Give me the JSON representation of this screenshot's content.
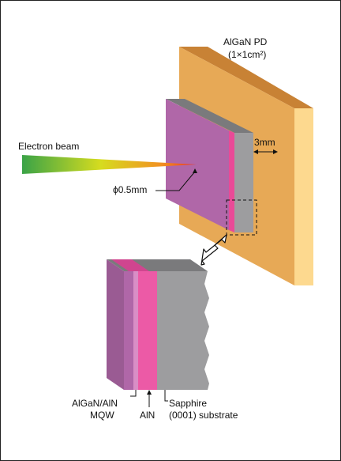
{
  "photodetector": {
    "title": "AlGaN PD",
    "size": "(1×1cm²)",
    "colors": {
      "front": "#e7a956",
      "side": "#fdd98f",
      "top": "#c88235"
    }
  },
  "electron_beam": {
    "label": "Electron beam",
    "gradient": [
      "#3aa347",
      "#d6dc1f",
      "#f29021",
      "#e83226"
    ]
  },
  "sample": {
    "diameter_label": "ϕ0.5mm",
    "thickness_label": "3mm",
    "colors": {
      "mqw_face": "#b067a8",
      "pink_edge": "#e94a97",
      "sapphire": "#9d9d9f",
      "top": "#7a7a7c"
    }
  },
  "zoom_icon": "arrow-down-left-icon",
  "layers": {
    "mqw_line1": "AlGaN/AlN",
    "mqw_line2": "MQW",
    "aln": "AlN",
    "sapphire_line1": "Sapphire",
    "sapphire_line2": "(0001) substrate"
  }
}
